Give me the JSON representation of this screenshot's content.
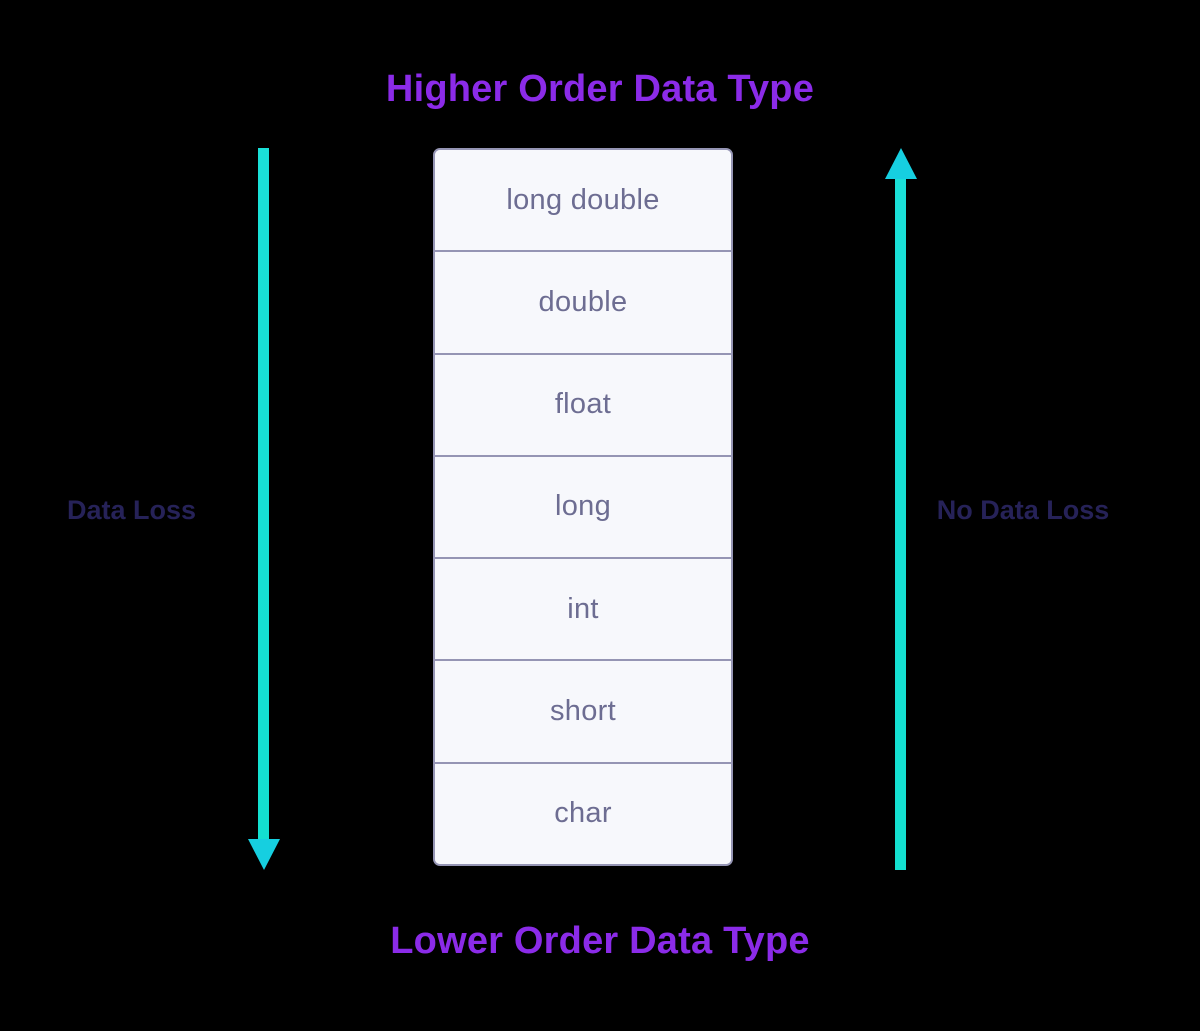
{
  "background_color": "#000000",
  "titles": {
    "top": "Higher Order Data Type",
    "bottom": "Lower Order Data Type",
    "color": "#8B2BE8"
  },
  "labels": {
    "left": "Data Loss",
    "right": "No Data Loss",
    "color": "#262258"
  },
  "arrows": {
    "left": {
      "direction": "down",
      "color": "#16CFE0",
      "meaning": "Data Loss"
    },
    "right": {
      "direction": "up",
      "color": "#16CFE0",
      "meaning": "No Data Loss"
    }
  },
  "type_stack": {
    "border_color": "#9595B4",
    "fill_color": "#F7F8FC",
    "text_color": "#6D6D92",
    "cells": [
      {
        "label": "long double"
      },
      {
        "label": "double"
      },
      {
        "label": "float"
      },
      {
        "label": "long"
      },
      {
        "label": "int"
      },
      {
        "label": "short"
      },
      {
        "label": "char"
      }
    ]
  }
}
